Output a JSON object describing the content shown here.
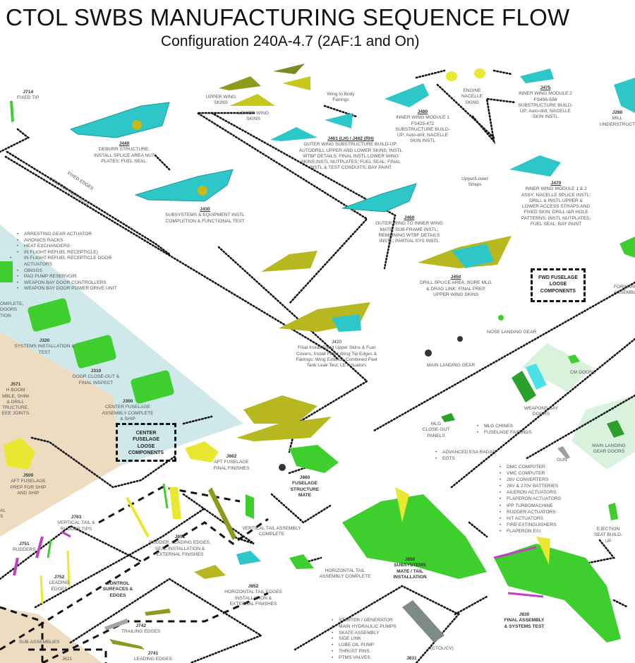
{
  "header": {
    "title": "CTOL SWBS MANUFACTURING SEQUENCE FLOW",
    "subtitle": "Configuration 240A-4.7 (2AF:1 and On)"
  },
  "colors": {
    "cyan_structure": "#2ec7c7",
    "olive_skin": "#b7b820",
    "green_fuselage": "#3ecf2e",
    "magenta_edge": "#c040c0",
    "yellow_part": "#e8e830",
    "center_zone": "#cfe8ea",
    "aft_zone": "#eddcc0",
    "mint_zone": "#d9f2dc"
  },
  "wing": {
    "j714": {
      "id": "J714",
      "text": "FIXED TIP"
    },
    "upper_wing_skins": "UPPER WING SKINS",
    "lower_wing_skins": "LOWER WING SKINS",
    "wing_to_body": "Wing to Body Fairings",
    "engine_nacelle": "ENGINE NACELLE SKINS",
    "j440": {
      "id": "J440",
      "text": "DEBURR STRUCTURE, INSTALL SPLICE AREA NUT PLATES; FUEL SEAL;"
    },
    "j461": {
      "id": "J461 (LH) / J462 (RH)",
      "text": "OUTER WING SUBSTRUCTURE BUILD-UP; AUTODRILL UPPER AND LOWER SKINS; INSTL WTBF DETAILS;  FINAL INSTL LOWER WING SKINS;INSTL NUTPLATES; FUEL SEAL; FINAL INSTL & TEST CONDUITS, BAY PAINT"
    },
    "j480": {
      "id": "J480",
      "text": "INNER WING MODULE 1 FS425-472 SUBSTRUCTURE BUILD-UP; Auto-drill; NACELLE SKIN INSTL"
    },
    "j475": {
      "id": "J475",
      "text": "INNER WING MODULE 2 FS496-556 SUBSTRUCTURE BUILD-UP; Auto-drill; NACELLE SKIN INSTL"
    },
    "j280": {
      "id": "J280",
      "text": "MILL UNDERSTRUCT"
    },
    "upper_lower_straps": "Upper/Lower Straps",
    "j430": {
      "id": "J430",
      "text": "SUBSYSTEMS & EQUIPMENT INSTL COMPLETION & FUNCTIONAL TEST"
    },
    "j470": {
      "id": "J470",
      "text": "INNER WING MODULE 1 & 2 ASSY; NACELLE SPLICE INSTL; DRILL & INSTL UPPER & LOWER ACCESS STRAPS AND FIXED SKIN; DRILL I&R HOLE PATTERNS; INSTL NUTPLATES; FUEL SEAL; BAY PAINT"
    },
    "j460": {
      "id": "J460",
      "text": "OUTER WING TO INNER WING MATE; SUB-FRAME INSTL; REMAINING WTBF DETAILS INSTL; PARTIAL SYS INSTL"
    },
    "j450": {
      "id": "J450",
      "text": "DRILL SPLICE AREA; BORE MLG & DRAG LINK; FINAL PREP UPPER WING SKINS"
    },
    "j420": {
      "id": "J420",
      "text": "Final Install Fixed Upper Skins & Fuel Covers; Install Fixed Wing Tip Edges & Fairings; Wing Exterior; Combined Fuel Tank Leak Test; LE Actuators"
    },
    "fixed_edges": "FIXED EDGES",
    "control_surfaces_path": "CONTROL SURFACES"
  },
  "fwd": {
    "loose_components": "FWD FUSELAGE LOOSE COMPONENTS",
    "forward_assembly": "FORWARD ASSEMBLY",
    "nose_landing_gear": "NOSE LANDING GEAR",
    "main_landing_gear": "MAIN LANDING GEAR",
    "cm_doors": "CM DOORS",
    "weapons_bay_doors": "WEAPONS BAY DOORS",
    "mlg_closeout": "MLG CLOSE-OUT PANELS",
    "mlg_list": [
      "MLG CHINES",
      "FUSELAGE FAIRINGS"
    ],
    "main_landing_gear_doors": "MAIN LANDING GEAR DOORS",
    "gun": "GUN",
    "radar_list": [
      "ADVANCED ESA RADAR",
      "EOTS"
    ],
    "systems_list": [
      "DMC COMPUTER",
      "VMC COMPUTER",
      "28V CONVERTERS",
      "28V & 270V BATTERIES",
      "AILERON ACTUATORS",
      "FLAPERON ACTUATORS",
      "IPP TURBOMACHINE",
      "RUDDER ACTUATORS",
      "H/T ACTUATORS",
      "FIRE EXTINGUISHERS",
      "FLAPERON E/U"
    ],
    "ejection_seat": "EJECTION SEAT BUILD-UP"
  },
  "center": {
    "equipment_list": [
      "ARRESTING GEAR ACTUATOR",
      "AVIONICS RACKS",
      "HEAT EXCHANGERS",
      "IN FLIGHT REFUEL RECEPTICLE)",
      "IN FLIGHT REFUEL RECEPTICLE DOOR ACTUATORS",
      "OBIGGS",
      "PAO PUMP RESERVOIR",
      "WEAPON BAY DOOR CONTROLLERS",
      "WEAPON BAY DOOR POWER DRIVE UNIT"
    ],
    "partial_label": "OMPLETE, DOORS TION",
    "j320": {
      "id": "J320",
      "text": "SYSTEMS INSTALLATION & TEST"
    },
    "j310": {
      "id": "J310",
      "text": "DOOR CLOSE-OUT & FINAL INSPECT"
    },
    "j300": {
      "id": "J300",
      "text": "CENTER FUSELAGE ASSEMBLY COMPLETE & SHIP"
    },
    "loose_components": "CENTER FUSELAGE LOOSE COMPONENTS"
  },
  "aft": {
    "j571": {
      "id": "J571",
      "text": "H  BOOM MBLE, SHIM & DRILL TRUCTURE, EEE JOINTS"
    },
    "j500": {
      "id": "J500",
      "text": "AFT FUSELAGE PREP FOR SHIP AND SHIP"
    },
    "partial_side": "AL S",
    "j862": {
      "id": "J862",
      "text": "AFT FUSELAGE FINAL FINISHES"
    },
    "j860": {
      "id": "J860",
      "text": "FUSELAGE STRUCTURE MATE"
    },
    "sub_assemblies": "SUB-ASSEMBLIES",
    "j621": {
      "id": "J621"
    }
  },
  "tail": {
    "j763": {
      "id": "J763",
      "text": "VERTICAL TAIL & RUDDER TIPS"
    },
    "j751": {
      "id": "J751",
      "text": "RUDDERS"
    },
    "j752": {
      "id": "J752",
      "text": "LEADING EDGES"
    },
    "j851": {
      "id": "J851",
      "text": "RUDDER, LEADING EDGES, SEAL INSTALLATION & EXTERNAL FINISHES"
    },
    "vertical_tail_complete": "VERTICAL TAIL ASSEMBLY COMPLETE",
    "control_surfaces": "CONTROL SURFACES & EDGES",
    "j742": {
      "id": "J742",
      "text": "TRAILING EDGES"
    },
    "j741": {
      "id": "J741",
      "text": "LEADING EDGES"
    },
    "j852": {
      "id": "J852",
      "text": "HORIZONTAL TAIL EDGES INSTALLATION & EXTERNAL FINISHES"
    },
    "horizontal_tail_complete": "HORIZONTAL TAIL ASSEMBLY COMPLETE"
  },
  "final": {
    "j850": {
      "id": "J850",
      "text": "SUBSYSTEMS MATE / TAIL INSTALLATION"
    },
    "engine_list": [
      "STARTER / GENERATOR",
      "MAIN HYDRAULIC PUMPS",
      "SKATE ASSEMBLY",
      "SIDE LINK",
      "LUBE OIL PUMP",
      "THRUST PINS",
      "PTMS VALVES"
    ],
    "ctol_cv": "(CTOL/CV)",
    "j831": {
      "id": "J831"
    },
    "j830": {
      "id": "J830",
      "text": "FINAL ASSEMBLY & SYSTEMS TEST"
    }
  }
}
